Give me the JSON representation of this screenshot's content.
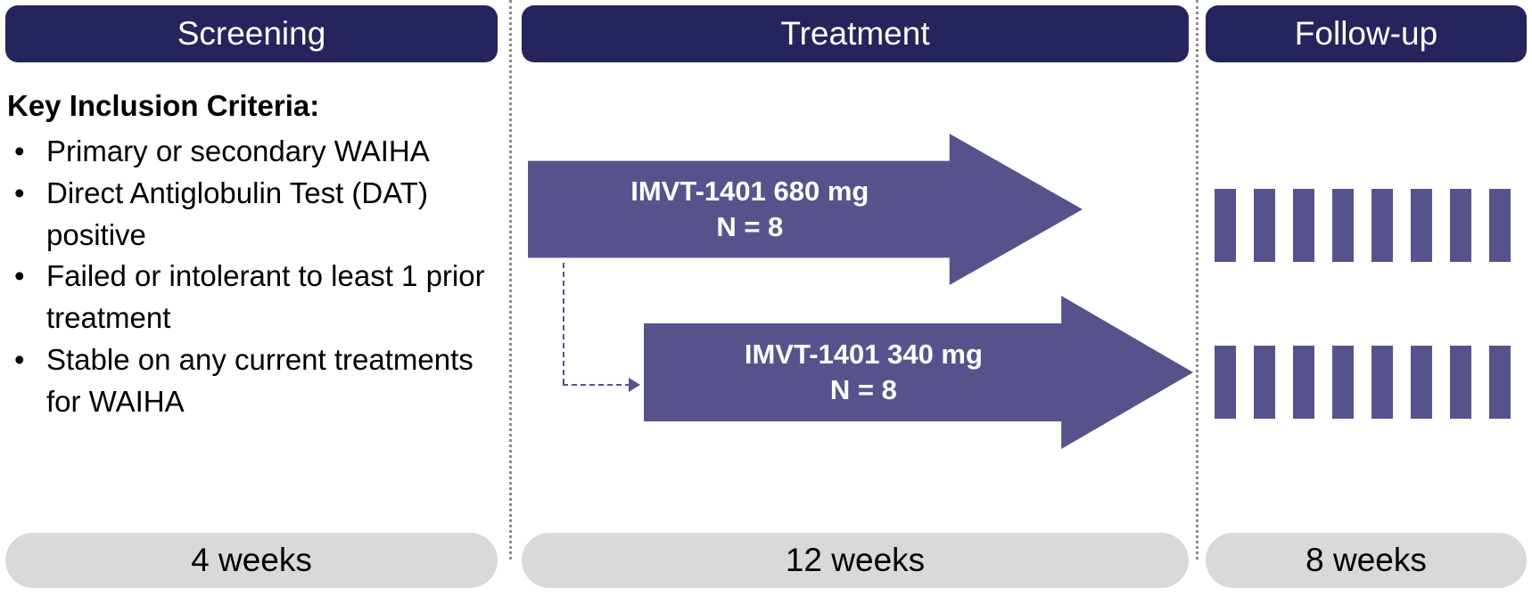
{
  "colors": {
    "header_bg": "#26245C",
    "header_text": "#FFFFFF",
    "arrow_fill": "#56538C",
    "tick_fill": "#56538C",
    "pill_bg": "#D9D9D9",
    "pill_text": "#000000",
    "divider": "#8C8C8C",
    "connector": "#56538C",
    "body_text": "#000000"
  },
  "screening": {
    "header": "Screening",
    "criteria_title": "Key Inclusion Criteria:",
    "bullets": [
      "Primary or secondary WAIHA",
      "Direct Antiglobulin Test (DAT) positive",
      "Failed or intolerant to least 1 prior treatment",
      "Stable on any current treatments for WAIHA"
    ],
    "duration": "4 weeks"
  },
  "treatment": {
    "header": "Treatment",
    "arms": [
      {
        "line1": "IMVT-1401 680 mg",
        "line2": "N = 8"
      },
      {
        "line1": "IMVT-1401 340 mg",
        "line2": "N = 8"
      }
    ],
    "duration": "12 weeks"
  },
  "followup": {
    "header": "Follow-up",
    "tick_rows": 2,
    "ticks_per_row": 8,
    "duration": "8 weeks"
  }
}
